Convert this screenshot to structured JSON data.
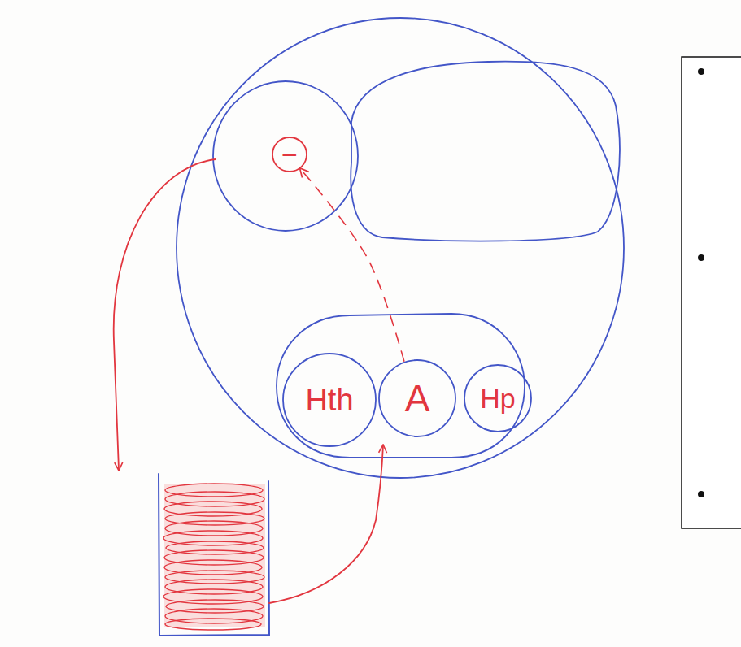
{
  "diagram": {
    "nodes": [
      {
        "text": [
          "−"
        ]
      },
      {
        "text": [
          "Hth"
        ]
      },
      {
        "text": [
          "A"
        ]
      },
      {
        "text": [
          "Hp"
        ]
      }
    ],
    "edges": [
      {
        "from": 2,
        "to": 0,
        "arrow": "to"
      }
    ]
  }
}
